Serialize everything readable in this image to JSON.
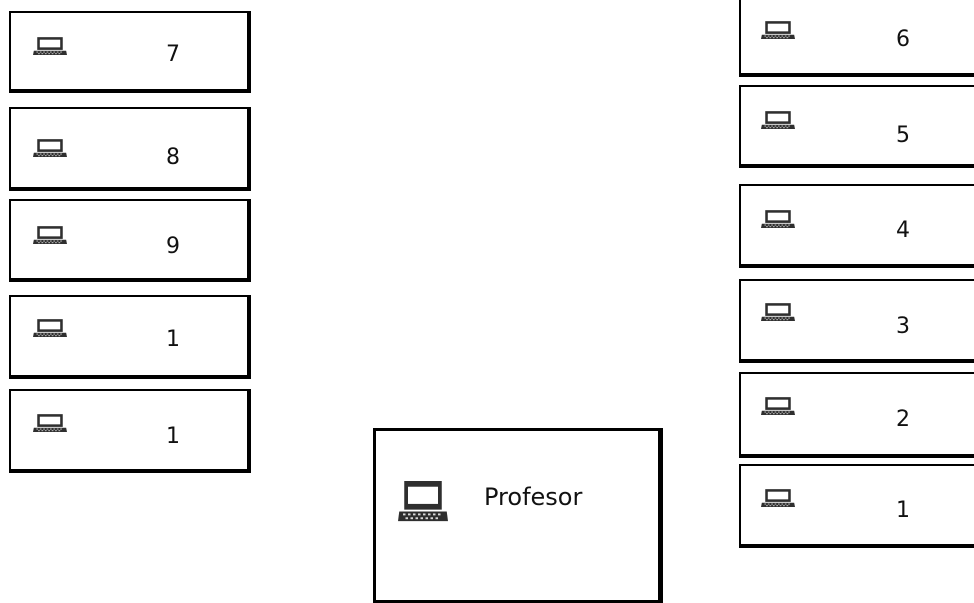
{
  "left_column": [
    {
      "number": "7",
      "icon": "laptop-icon"
    },
    {
      "number": "8",
      "icon": "laptop-icon"
    },
    {
      "number": "9",
      "icon": "laptop-icon"
    },
    {
      "number": "1",
      "icon": "laptop-icon"
    },
    {
      "number": "1",
      "icon": "laptop-icon"
    }
  ],
  "right_column": [
    {
      "number": "6",
      "icon": "laptop-icon"
    },
    {
      "number": "5",
      "icon": "laptop-icon"
    },
    {
      "number": "4",
      "icon": "laptop-icon"
    },
    {
      "number": "3",
      "icon": "laptop-icon"
    },
    {
      "number": "2",
      "icon": "laptop-icon"
    },
    {
      "number": "1",
      "icon": "laptop-icon"
    }
  ],
  "teacher": {
    "label": "Profesor",
    "icon": "laptop-icon"
  },
  "colors": {
    "border": "#000000",
    "background": "#ffffff",
    "icon_fill": "#3a3a3a"
  }
}
